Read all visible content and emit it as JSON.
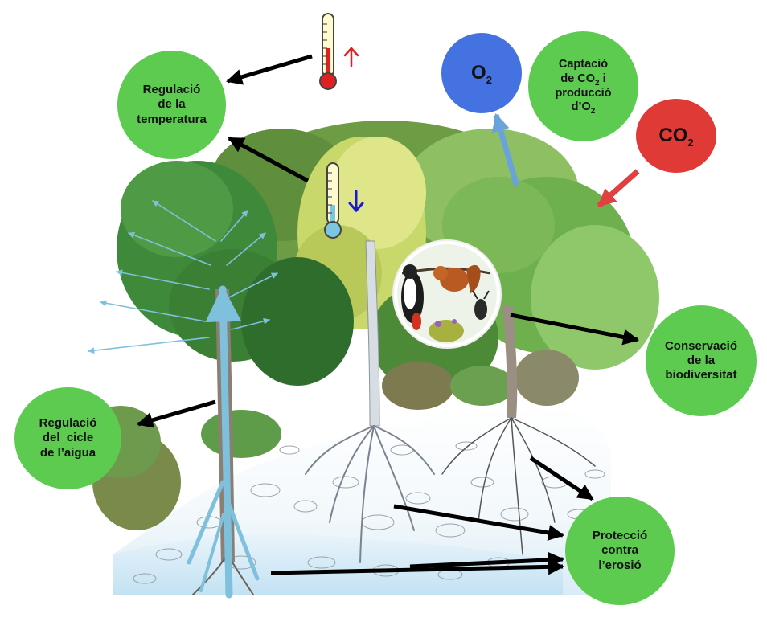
{
  "labels": {
    "temperature": [
      "Regulació",
      "de la",
      "temperatura"
    ],
    "water": [
      "Regulació",
      "del  cicle",
      "de l’aigua"
    ],
    "biodiversity": [
      "Conservació",
      "de la",
      "biodiversitat"
    ],
    "erosion": [
      "Protecció",
      "contra",
      "l’erosió"
    ],
    "carbon": {
      "l1": "Captació",
      "l2a": "de CO",
      "l2sub": "2",
      "l2b": " i",
      "l3": "producció",
      "l4a": "d’O",
      "l4sub": "2"
    },
    "o2": {
      "main": "O",
      "sub": "2"
    },
    "co2": {
      "main": "CO",
      "sub": "2"
    }
  },
  "colors": {
    "service_bubble": "#5ccb50",
    "o2_bubble": "#4472e0",
    "co2_bubble": "#e03a36",
    "water_arrow": "#6bb5d6",
    "up_arrow": "#e01e1e",
    "down_arrow": "#1a1acc",
    "flow_arrow": "#000000"
  },
  "icons": [
    "thermometer-icon",
    "arrow-up-icon",
    "arrow-down-icon",
    "woodpecker-icon",
    "squirrel-icon",
    "beetle-icon",
    "flower-icon"
  ]
}
